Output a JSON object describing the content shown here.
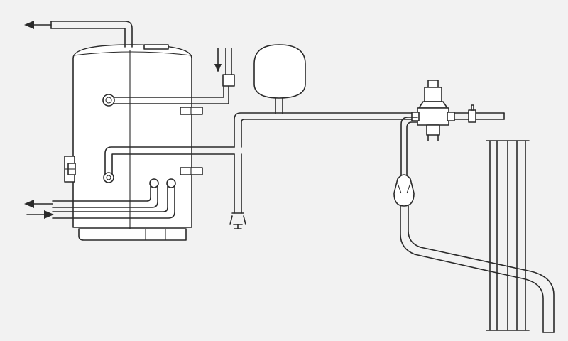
{
  "diagram": {
    "colors": {
      "background": "#f2f2f2",
      "line": "#2a2a2a",
      "fill": "#ffffff"
    },
    "components": [
      "hot-water-cylinder",
      "expansion-vessel",
      "pressure-reducing-valve",
      "tundish",
      "discharge-pipe",
      "stop-valve",
      "wall"
    ],
    "flow_arrows": [
      "hot-outlet-left",
      "cold-feed-down",
      "primary-flow-left",
      "primary-return-right"
    ]
  }
}
